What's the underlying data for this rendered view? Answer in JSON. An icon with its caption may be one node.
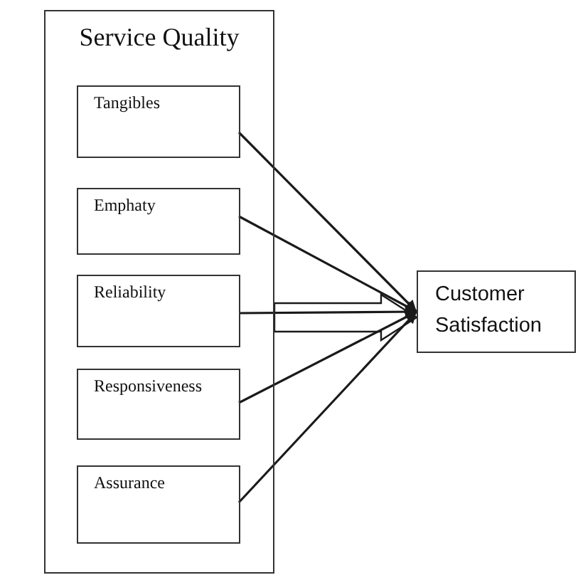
{
  "diagram": {
    "nodes": [
      {
        "text": [
          "Service Quality"
        ]
      },
      {
        "text": [
          "Tangibles"
        ],
        "in": 0
      },
      {
        "text": [
          "Emphaty"
        ],
        "in": 0
      },
      {
        "text": [
          "Reliability"
        ],
        "in": 0
      },
      {
        "text": [
          "Responsiveness"
        ],
        "in": 0
      },
      {
        "text": [
          "Assurance"
        ],
        "in": 0
      },
      {
        "text": [
          "Customer Satisfaction"
        ]
      }
    ],
    "edges": [
      {
        "from": 0,
        "to": 6,
        "arrow": "to",
        "style": "thick"
      },
      {
        "from": 1,
        "to": 6,
        "arrow": "to"
      },
      {
        "from": 2,
        "to": 6,
        "arrow": "to"
      },
      {
        "from": 3,
        "to": 6,
        "arrow": "to"
      },
      {
        "from": 4,
        "to": 6,
        "arrow": "to"
      },
      {
        "from": 5,
        "to": 6,
        "arrow": "to"
      }
    ]
  }
}
